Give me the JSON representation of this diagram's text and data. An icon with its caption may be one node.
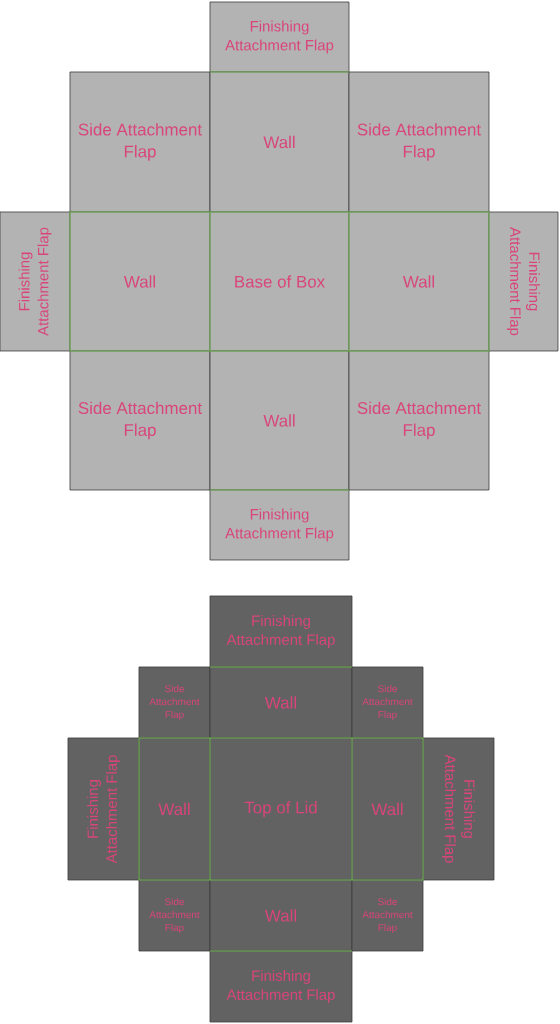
{
  "diagram": {
    "nodes": [
      {
        "text": [
          "Finishing Attachment Flap"
        ]
      },
      {
        "text": [
          "Side Attachment Flap"
        ]
      },
      {
        "text": [
          "Wall"
        ]
      },
      {
        "text": [
          "Side Attachment Flap"
        ]
      },
      {
        "text": [
          "Finishing Attachment Flap"
        ]
      },
      {
        "text": [
          "Wall"
        ]
      },
      {
        "text": [
          "Base of Box"
        ]
      },
      {
        "text": [
          "Wall"
        ]
      },
      {
        "text": [
          "Finishing Attachment Flap"
        ]
      },
      {
        "text": [
          "Side Attachment Flap"
        ]
      },
      {
        "text": [
          "Wall"
        ]
      },
      {
        "text": [
          "Side Attachment Flap"
        ]
      },
      {
        "text": [
          "Finishing Attachment Flap"
        ]
      },
      {
        "text": [
          "Finishing Attachment Flap"
        ]
      },
      {
        "text": [
          "Side Attachment Flap"
        ]
      },
      {
        "text": [
          "Wall"
        ]
      },
      {
        "text": [
          "Side Attachment Flap"
        ]
      },
      {
        "text": [
          "Finishing Attachment Flap"
        ]
      },
      {
        "text": [
          "Wall"
        ]
      },
      {
        "text": [
          "Top of Lid"
        ]
      },
      {
        "text": [
          "Wall"
        ]
      },
      {
        "text": [
          "Finishing Attachment Flap"
        ]
      },
      {
        "text": [
          "Side Attachment Flap"
        ]
      },
      {
        "text": [
          "Wall"
        ]
      },
      {
        "text": [
          "Side Attachment Flap"
        ]
      },
      {
        "text": [
          "Finishing Attachment Flap"
        ]
      }
    ]
  }
}
